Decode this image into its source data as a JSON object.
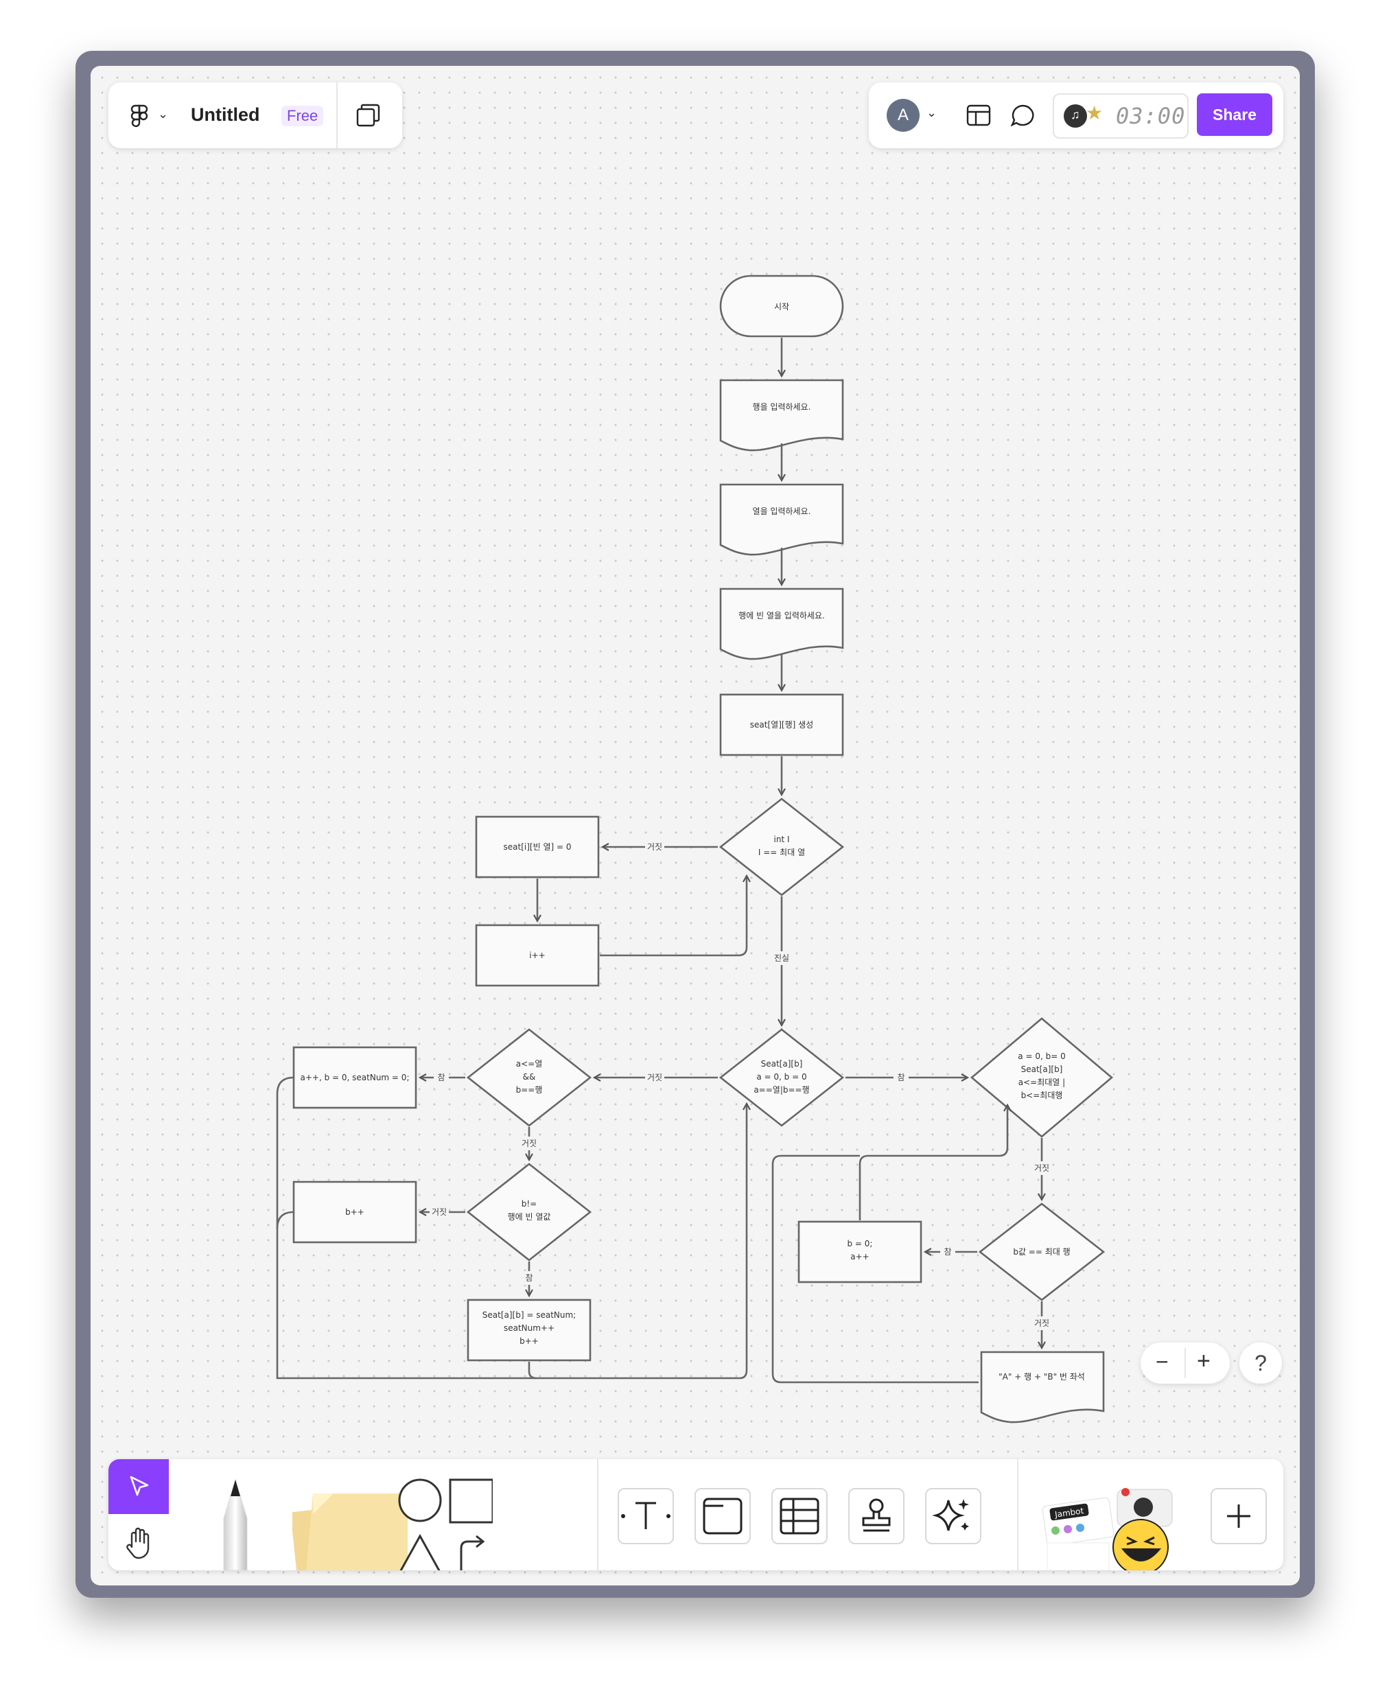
{
  "header": {
    "title": "Untitled",
    "plan_badge": "Free",
    "avatar_letter": "A",
    "timer": "03:00",
    "share_label": "Share"
  },
  "zoom": {
    "minus": "−",
    "plus": "+",
    "help": "?"
  },
  "toolbar": {
    "tools": [
      "move",
      "hand",
      "pencil",
      "sticky-note",
      "shapes",
      "text",
      "section",
      "table",
      "stamp",
      "ai-actions",
      "widgets",
      "add"
    ],
    "widget_label": "Jambot"
  },
  "diagram": {
    "nodes": {
      "start": "시작",
      "input_row": "행을 입력하세요.",
      "input_col": "열을 입력하세요.",
      "input_empty": "행에 빈 열을 입력하세요.",
      "create_seat": "seat[열][행] 생성",
      "cond_i_1": "int I",
      "cond_i_2": "I == 최대 열",
      "seat_zero": "seat[i][빈 열] = 0",
      "i_inc": "i++",
      "seat_cond_1": "Seat[a][b]",
      "seat_cond_2": "a = 0, b = 0",
      "seat_cond_3": "a==열|b==행",
      "ab_cond_1": "a<=열",
      "ab_cond_2": "&&",
      "ab_cond_3": "b==행",
      "reset": "a++, b = 0, seatNum = 0;",
      "bneq_1": "b!=",
      "bneq_2": "행에 빈 열값",
      "b_inc": "b++",
      "assign_1": "Seat[a][b] = seatNum;",
      "assign_2": "seatNum++",
      "assign_3": "b++",
      "right_cond_1": "a = 0, b= 0",
      "right_cond_2": "Seat[a][b]",
      "right_cond_3": "a<=최대열 |",
      "right_cond_4": "b<=최대행",
      "bmax": "b값 == 최대 행",
      "b0a": "b = 0;",
      "b0a_2": "a++",
      "output": "\"A\" + 행 + \"B\" 번 좌석"
    },
    "edge_labels": {
      "false": "거짓",
      "true": "참",
      "truth": "진실"
    }
  }
}
